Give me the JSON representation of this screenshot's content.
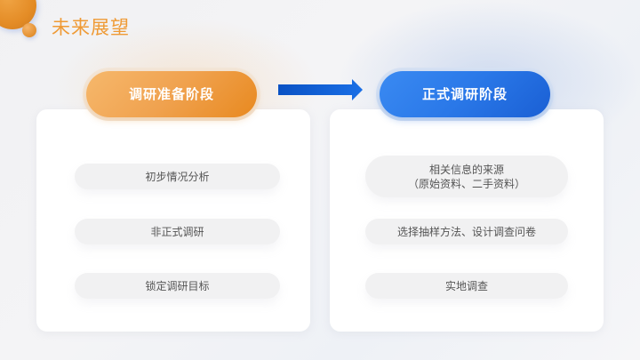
{
  "header": {
    "title": "未来展望"
  },
  "colors": {
    "accent_orange": "#ef9a35",
    "accent_blue": "#2a78e8",
    "arrow_blue": "#0d5ed4",
    "pill_bg": "#f1f1f2",
    "pill_text": "#555555"
  },
  "flow": {
    "arrow_icon": "right-arrow-icon",
    "stages": [
      {
        "label": "调研准备阶段",
        "items": [
          {
            "line1": "初步情况分析"
          },
          {
            "line1": "非正式调研"
          },
          {
            "line1": "锁定调研目标"
          }
        ]
      },
      {
        "label": "正式调研阶段",
        "items": [
          {
            "line1": "相关信息的来源",
            "line2": "（原始资料、二手资料）"
          },
          {
            "line1": "选择抽样方法、设计调查问卷"
          },
          {
            "line1": "实地调查"
          }
        ]
      }
    ]
  }
}
